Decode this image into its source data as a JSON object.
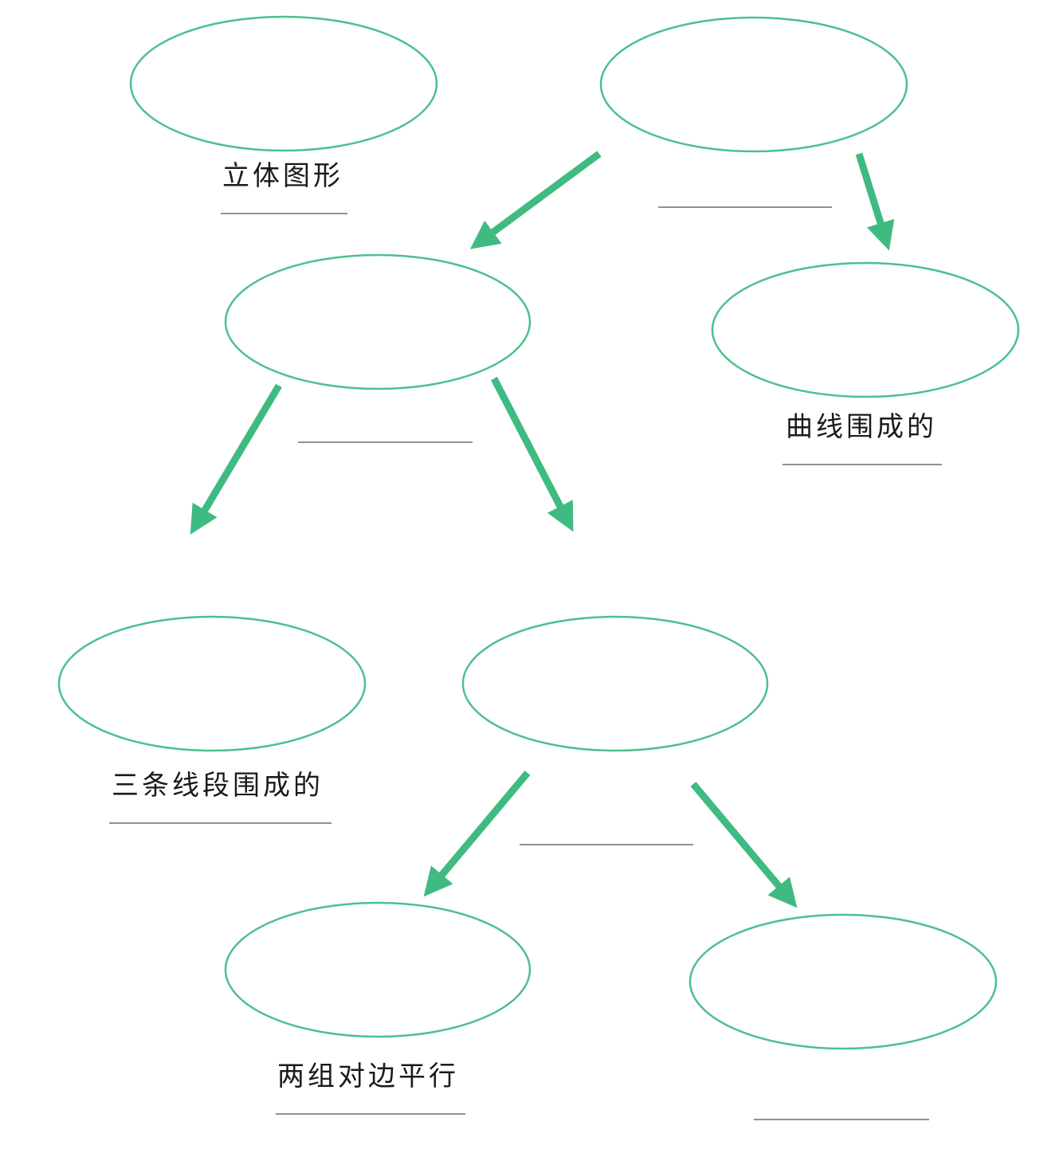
{
  "colors": {
    "node_outline": "#4cc18a",
    "arrow": "#3fbb82",
    "answer_line": "#6b6b6b"
  },
  "labels": {
    "solid_figure": "立体图形",
    "enclosed_by_curve": "曲线围成的",
    "enclosed_by_three_segments": "三条线段围成的",
    "two_pairs_parallel_sides": "两组对边平行"
  }
}
